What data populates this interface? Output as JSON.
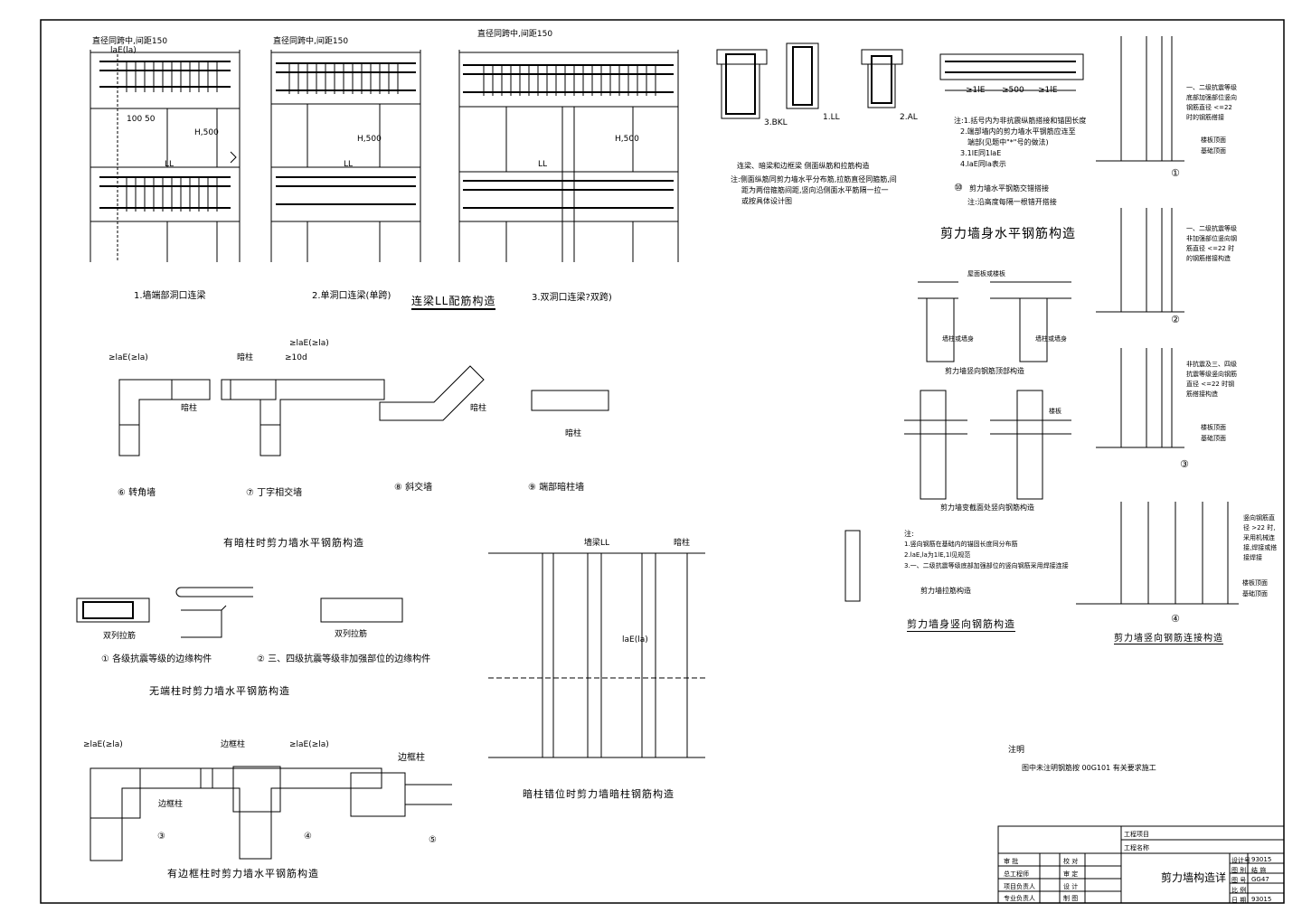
{
  "drawing_title": "剪力墙构造详",
  "coupling_beam": {
    "section_title": "连梁LL配筋构造",
    "captions": [
      "1.墙端部洞口连梁",
      "2.单洞口连梁(单跨)",
      "3.双洞口连梁?双跨)"
    ],
    "labels": {
      "stirrup_note": "直径同跨中,间距150",
      "ll": "LL",
      "lae": "laE(la)",
      "h500": "H,500",
      "dim_100": "100",
      "dim_50": "50"
    }
  },
  "beam_sections": {
    "labels": [
      "3.BKL",
      "1.LL",
      "2.AL"
    ],
    "title": "连梁、暗梁和边框梁 侧面纵筋和拉筋构造",
    "notes": [
      "注:侧面纵筋同剪力墙水平分布筋,拉筋直径同箍筋,间",
      "距为两倍箍筋间距,竖向沿侧面水平筋隔一拉一",
      "或按具体设计图"
    ]
  },
  "horizontal_lap": {
    "dims": [
      "≥1lE",
      "≥500",
      "≥1lE"
    ],
    "notes": [
      "注:1.括号内为非抗震纵筋搭接和锚固长度",
      "2.端部墙内的剪力墙水平钢筋应连至",
      "端部(见题中\"*\"号的做法)",
      "3.1lE同1laE",
      "4.laE同la表示"
    ],
    "item_num": "⑩",
    "item_label": "剪力墙水平钢筋交错搭接",
    "item_sub": "注:沿高度每隔一根错开搭接",
    "section_title": "剪力墙身水平钢筋构造"
  },
  "dark_column": {
    "captions": [
      "⑥ 转角墙",
      "⑦ 丁字相交墙",
      "⑧ 斜交墙",
      "⑨ 端部暗柱墙"
    ],
    "labels": {
      "anzhu": "暗柱",
      "lae": "≥laE(≥la)",
      "tend": "≥10d"
    },
    "section_title": "有暗柱时剪力墙水平钢筋构造"
  },
  "no_end_column": {
    "captions": [
      "① 各级抗震等级的边缘构件",
      "② 三、四级抗震等级非加强部位的边缘构件"
    ],
    "label": "双列拉筋",
    "section_title": "无端柱时剪力墙水平钢筋构造"
  },
  "frame_column": {
    "captions": [
      "③",
      "④",
      "⑤"
    ],
    "labels": {
      "bkz": "边框柱",
      "lae": "≥laE(≥la)"
    },
    "section_title": "有边框柱时剪力墙水平钢筋构造"
  },
  "dark_column_elev": {
    "labels": [
      "墙梁LL",
      "暗柱",
      "laE(la)"
    ],
    "section_title": "暗柱错位时剪力墙暗柱钢筋构造"
  },
  "vertical_rebar": {
    "labels": [
      "屋面板或楼板",
      "墙柱或墙身",
      "楼板",
      "墙柱或墙身"
    ],
    "sub_titles": [
      "剪力墙竖向钢筋顶部构造",
      "剪力墙变截面处竖向钢筋构造",
      "剪力墙拉筋构造"
    ],
    "notes": [
      "注:",
      "1.竖向钢筋在基础内的锚固长度同分布筋",
      "2.laE,la为1lE,1l见规范",
      "3.一、二级抗震等级底部加强部位的竖向钢筋采用焊接连接"
    ],
    "section_title": "剪力墙身竖向钢筋构造"
  },
  "splice": {
    "notes": [
      "一、二级抗震等级底部加强部位竖向钢筋直径 <=22 时的钢筋搭接",
      "一、二级抗震等级非加强部位竖向钢筋直径 <=22 时的钢筋搭接构造",
      "非抗震及三、四级抗震等级竖向钢筋直径 <=22 时钢筋搭接构造",
      "竖向钢筋直径 >22 时,采用机械连接,焊接或搭接焊接"
    ],
    "floor_labels": [
      "楼板顶面",
      "基础顶面"
    ],
    "nums": [
      "①",
      "②",
      "③",
      "④"
    ],
    "section_title": "剪力墙竖向钢筋连接构造"
  },
  "general_note": {
    "title": "注明",
    "text": "图中未注明钢筋按 00G101 有关要求施工"
  },
  "title_block": {
    "project_label": "工程项目",
    "name_label": "工程名称",
    "drawing_name": "剪力墙构造详",
    "rows_left": [
      "审 批",
      "总工程师",
      "项目负责人",
      "专业负责人"
    ],
    "rows_mid": [
      "校 对",
      "审 定",
      "设 计",
      "制 图"
    ],
    "right_labels": [
      "设计号",
      "图 别",
      "图 号",
      "比 例",
      "日 期"
    ],
    "right_values": [
      "93015",
      "结 施",
      "GG47",
      "",
      "93015"
    ]
  }
}
